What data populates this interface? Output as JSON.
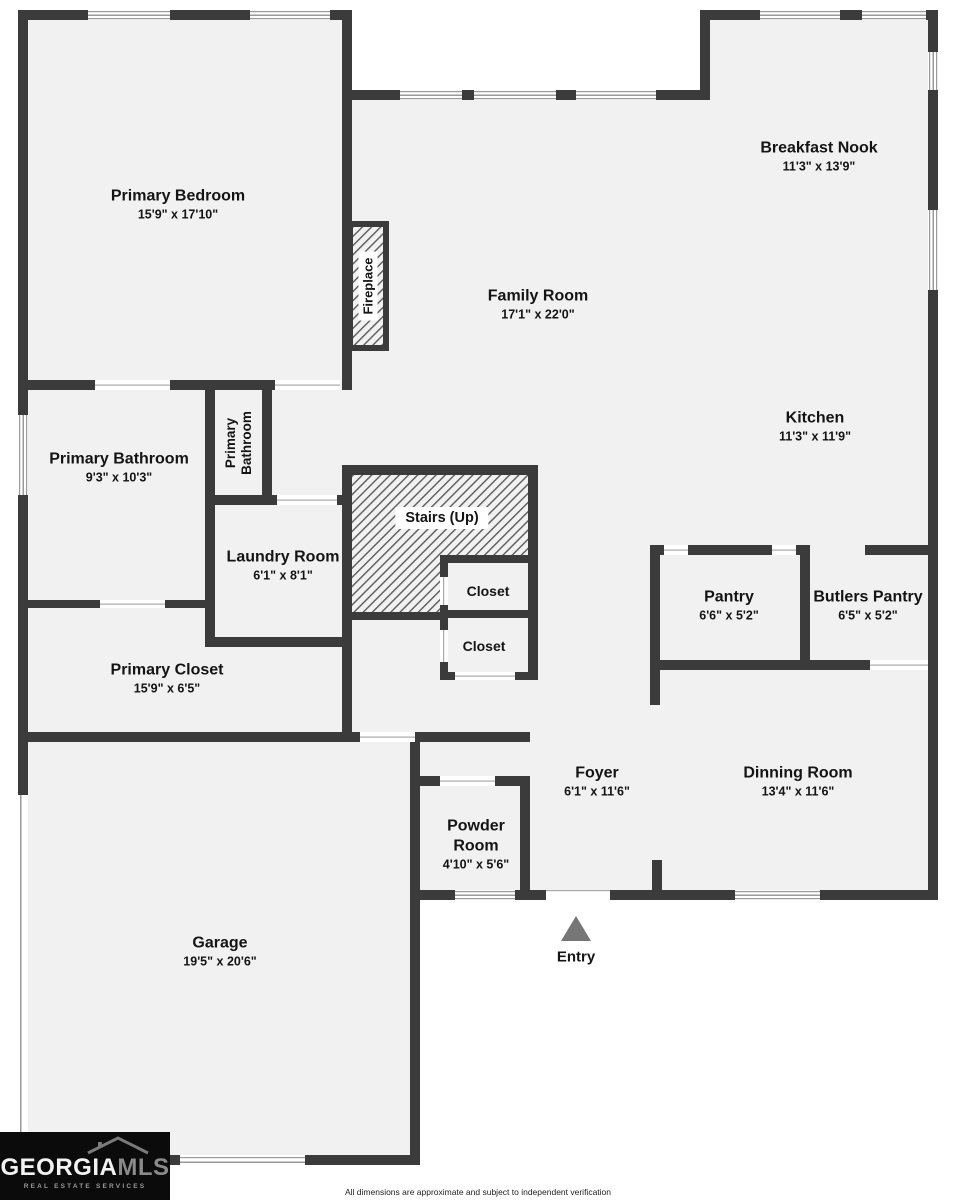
{
  "colors": {
    "wall": "#3b3b3b",
    "floor": "#f1f1f1",
    "logo_bg": "#0b0b0b"
  },
  "floorplan": {
    "rooms": [
      {
        "name": "Primary Bedroom",
        "dims": "15'9\" x 17'10\""
      },
      {
        "name": "Breakfast Nook",
        "dims": "11'3\" x 13'9\""
      },
      {
        "name": "Family Room",
        "dims": "17'1\" x 22'0\""
      },
      {
        "name": "Kitchen",
        "dims": "11'3\" x 11'9\""
      },
      {
        "name": "Primary Bathroom",
        "dims": "9'3\" x 10'3\""
      },
      {
        "name": "Laundry Room",
        "dims": "6'1\" x 8'1\""
      },
      {
        "name": "Pantry",
        "dims": "6'6\" x 5'2\""
      },
      {
        "name": "Butlers Pantry",
        "dims": "6'5\" x 5'2\""
      },
      {
        "name": "Primary Closet",
        "dims": "15'9\" x 6'5\""
      },
      {
        "name": "Foyer",
        "dims": "6'1\" x 11'6\""
      },
      {
        "name": "Dinning Room",
        "dims": "13'4\" x 11'6\""
      },
      {
        "name": "Powder Room",
        "dims": "4'10\" x 5'6\""
      },
      {
        "name": "Garage",
        "dims": "19'5\" x 20'6\""
      }
    ],
    "features": {
      "stairs": "Stairs (Up)",
      "closet_a": "Closet",
      "closet_b": "Closet",
      "fireplace": "Fireplace",
      "wc": "Primary Bathroom",
      "entry": "Entry"
    }
  },
  "logo": {
    "name_a": "GEORGIA",
    "name_b": "MLS",
    "tagline": "REAL ESTATE SERVICES"
  },
  "footer": {
    "disclaimer": "All dimensions are approximate and subject to independent verification"
  }
}
